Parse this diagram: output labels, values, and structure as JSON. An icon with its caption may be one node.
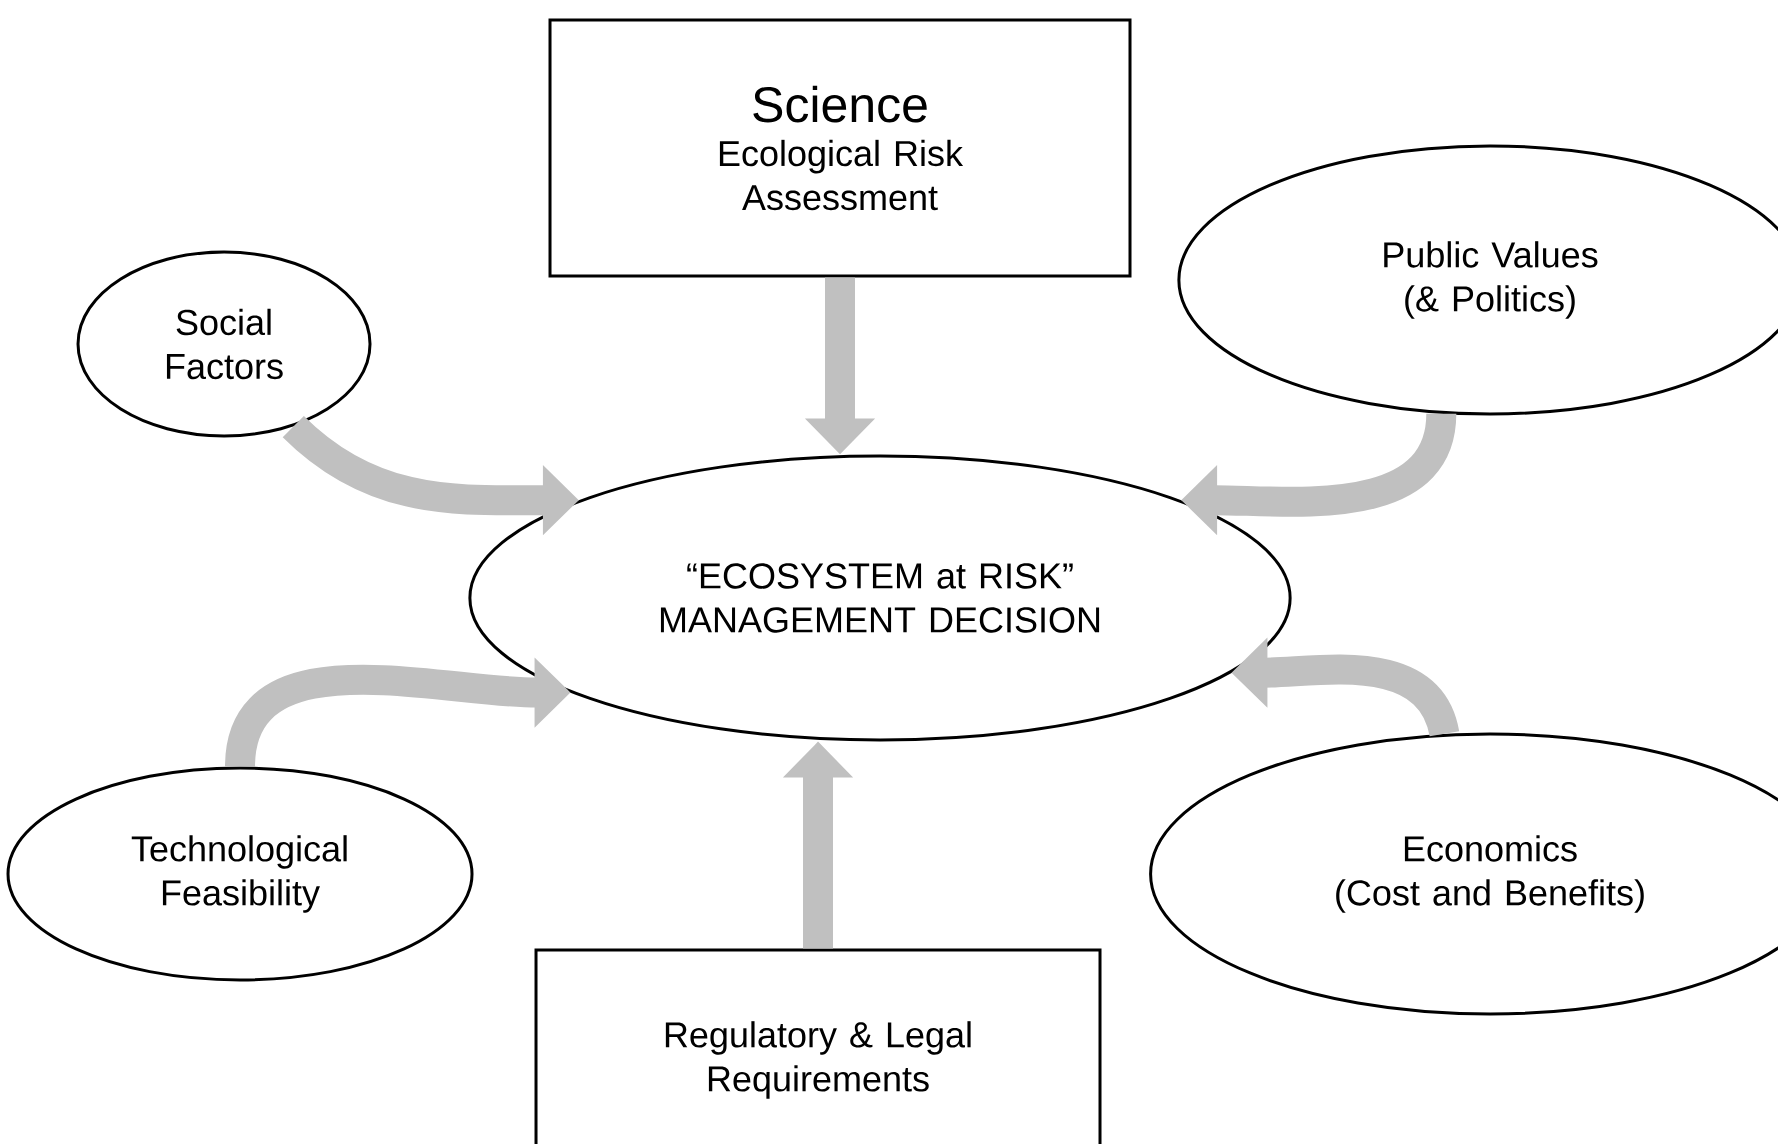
{
  "diagram": {
    "nodes": [
      {
        "text": [
          "Science",
          "Ecological Risk Assessment"
        ]
      },
      {
        "text": [
          "Public Values",
          "(& Politics)"
        ]
      },
      {
        "text": [
          "Social Factors"
        ]
      },
      {
        "text": [
          "“ECOSYSTEM at RISK” MANAGEMENT DECISION"
        ]
      },
      {
        "text": [
          "Technological Feasibility"
        ]
      },
      {
        "text": [
          "Economics",
          "(Cost and Benefits)"
        ]
      },
      {
        "text": [
          "Regulatory & Legal Requirements"
        ]
      }
    ],
    "edges": [
      {
        "from": 0,
        "to": 3,
        "arrow": "to"
      },
      {
        "from": 1,
        "to": 3,
        "arrow": "to"
      },
      {
        "from": 2,
        "to": 3,
        "arrow": "to"
      },
      {
        "from": 4,
        "to": 3,
        "arrow": "to"
      },
      {
        "from": 5,
        "to": 3,
        "arrow": "to"
      },
      {
        "from": 6,
        "to": 3,
        "arrow": "to"
      }
    ]
  }
}
